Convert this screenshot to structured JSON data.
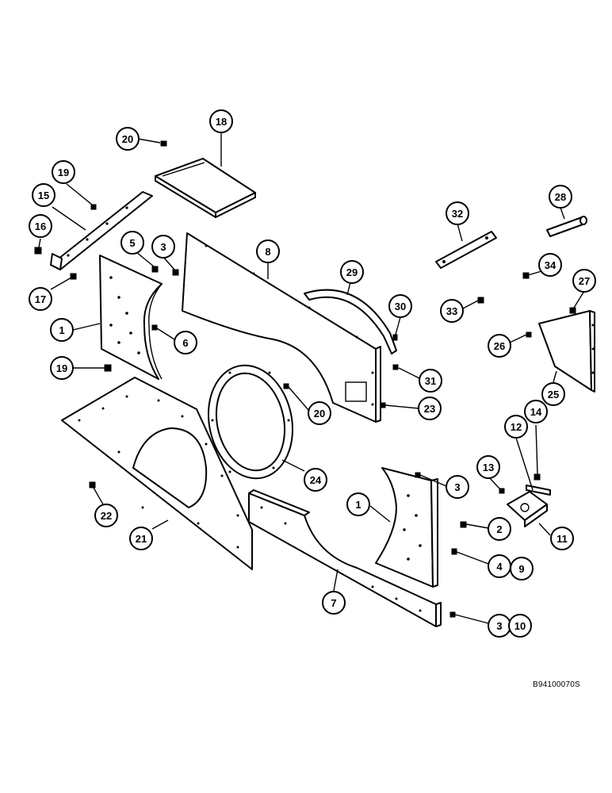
{
  "drawing_id": "B94100070S",
  "callouts": [
    "20",
    "18",
    "19",
    "15",
    "16",
    "17",
    "5",
    "3",
    "8",
    "29",
    "28",
    "32",
    "34",
    "27",
    "33",
    "30",
    "1",
    "6",
    "26",
    "19",
    "31",
    "25",
    "20",
    "23",
    "24",
    "3",
    "12",
    "14",
    "13",
    "22",
    "21",
    "1",
    "2",
    "11",
    "4",
    "9",
    "7",
    "3",
    "10"
  ]
}
